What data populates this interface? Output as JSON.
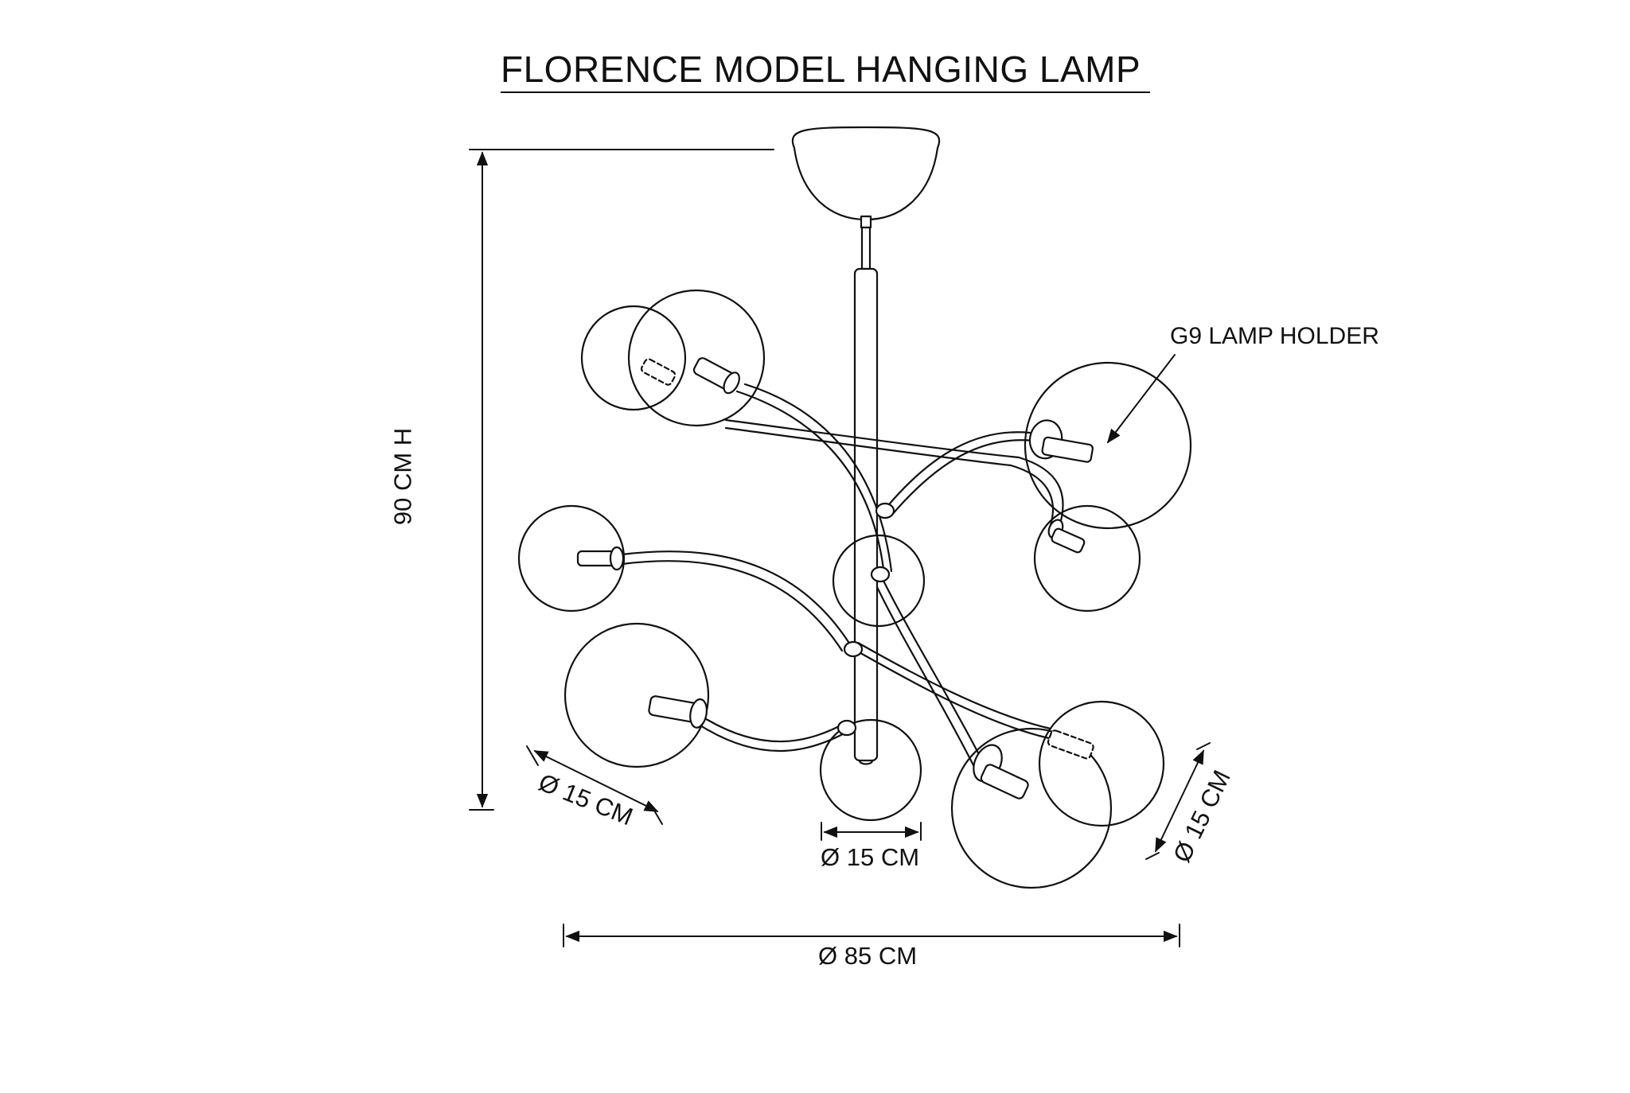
{
  "title": "FLORENCE MODEL HANGING LAMP",
  "callout": {
    "label": "G9 LAMP HOLDER"
  },
  "dimensions": {
    "height": "90 CM H",
    "shade_left": "Ø 15 CM",
    "shade_center": "Ø 15 CM",
    "shade_right": "Ø 15 CM",
    "overall_diameter": "Ø 85 CM"
  },
  "colors": {
    "line": "#111111",
    "background": "#ffffff"
  }
}
